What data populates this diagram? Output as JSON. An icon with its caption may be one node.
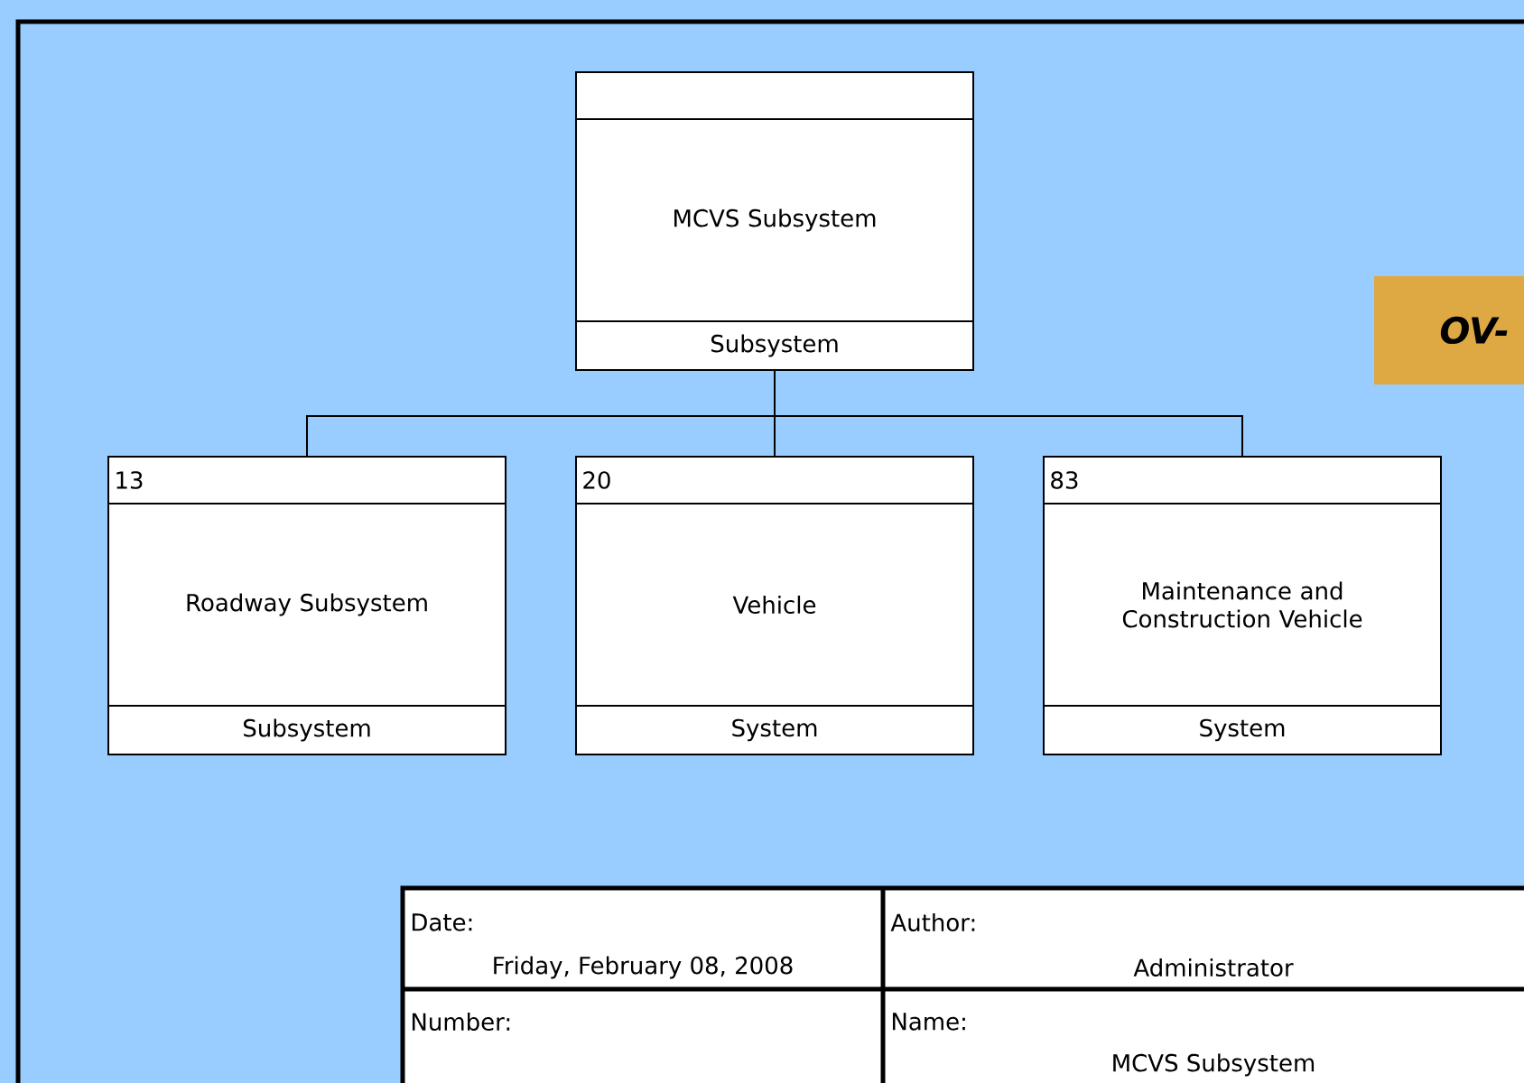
{
  "diagram": {
    "nodes": [
      {
        "text": [
          "MCVS Subsystem",
          "Subsystem"
        ]
      },
      {
        "text": [
          "13",
          "Roadway Subsystem",
          "Subsystem"
        ]
      },
      {
        "text": [
          "20",
          "Vehicle",
          "System"
        ]
      },
      {
        "text": [
          "83",
          "Maintenance and Construction Vehicle",
          "System"
        ]
      },
      {
        "text": [
          "OV-"
        ]
      }
    ],
    "edges": [
      {
        "from": 0,
        "to": 1,
        "arrow": "none"
      },
      {
        "from": 0,
        "to": 2,
        "arrow": "none"
      },
      {
        "from": 0,
        "to": 3,
        "arrow": "none"
      }
    ],
    "labels": [
      "Date:",
      "Friday, February 08, 2008",
      "Author:",
      "Administrator",
      "Number:",
      "Name:",
      "MCVS Subsystem"
    ]
  }
}
